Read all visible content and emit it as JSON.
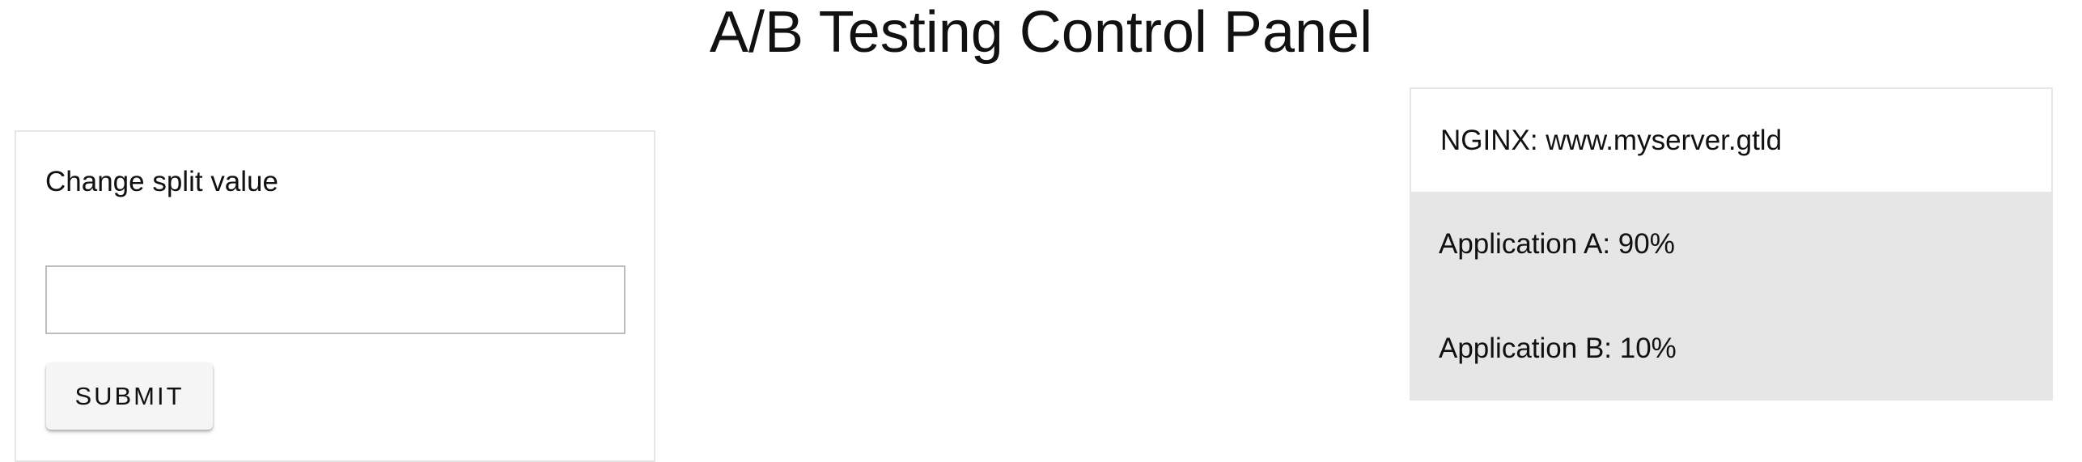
{
  "page": {
    "title": "A/B Testing Control Panel"
  },
  "form": {
    "heading": "Change split value",
    "input_value": "",
    "input_placeholder": "",
    "submit_label": "SUBMIT"
  },
  "status": {
    "server": "NGINX: www.myserver.gtld",
    "app_a": "Application A: 90%",
    "app_b": "Application B: 10%"
  },
  "colors": {
    "background": "#ffffff",
    "border": "#e6e6e6",
    "highlight_rows": "#e6e6e6",
    "button": "#f5f5f5"
  }
}
